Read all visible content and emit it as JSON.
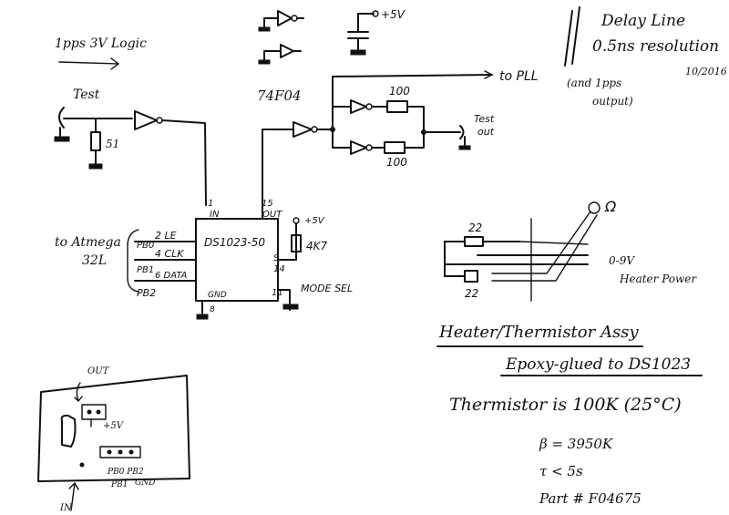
{
  "notes": {
    "title_line1": "Delay Line",
    "title_line2": "0.5ns resolution",
    "date": "10/2016",
    "logic_note": "1pps 3V Logic",
    "test_label": "Test",
    "resistor_51": "51",
    "buffer_label": "74F04",
    "to_pll": "to PLL",
    "pll_note_1": "(and 1pps",
    "pll_note_2": "output)",
    "res_top": "100",
    "res_bot": "100",
    "test_out_1": "Test",
    "test_out_2": "out",
    "vcc_top": "+5V",
    "to_atmega_1": "to Atmega",
    "to_atmega_2": "32L",
    "pb0": "PB0",
    "pb1": "PB1",
    "pb2": "PB2",
    "le": "2 LE",
    "clk": "4 CLK",
    "data": "6 DATA",
    "chip_name": "DS1023-50",
    "pin_in_num": "1",
    "pin_in": "IN",
    "pin_out_num": "15",
    "pin_out": "OUT",
    "pin_s": "S",
    "pin_14": "14",
    "pin_11": "11",
    "pin_gnd": "GND",
    "pin_8": "8",
    "vcc_chip": "+5V",
    "res_4k7": "4K7",
    "mode_sel": "MODE SEL",
    "res_22a": "22",
    "res_22b": "22",
    "ohm": "Ω",
    "heater_power_1": "0-9V",
    "heater_power_2": "Heater Power",
    "assy_title": "Heater/Thermistor Assy",
    "assy_sub": "Epoxy-glued to DS1023",
    "therm_1": "Thermistor is 100K (25°C)",
    "therm_2": "β = 3950K",
    "therm_3": "τ < 5s",
    "therm_4": "Part # F04675",
    "board_out": "OUT",
    "board_5v": "+5V",
    "board_pins": "PB0 PB2",
    "board_pb1": "PB1",
    "board_gnd": "GND",
    "board_in": "IN"
  }
}
